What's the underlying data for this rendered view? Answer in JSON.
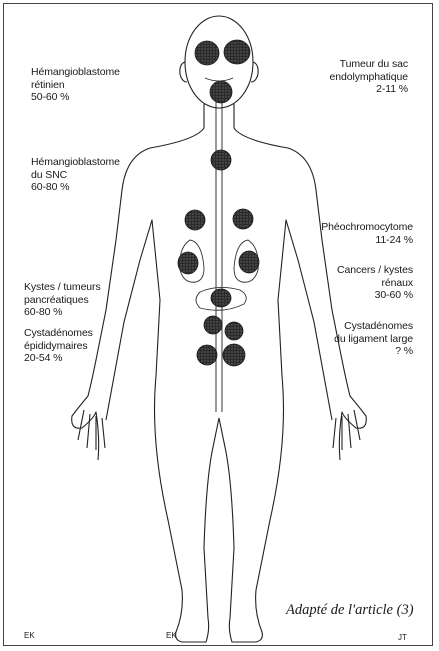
{
  "labels": {
    "retinal_hb": {
      "lines": [
        "Hémangioblastome",
        "rétinien",
        "50-60 %"
      ]
    },
    "cns_hb": {
      "lines": [
        "Hémangioblastome",
        "du SNC",
        "60-80 %"
      ]
    },
    "pancreatic": {
      "lines": [
        "Kystes / tumeurs",
        "pancréatiques",
        "60-80 %"
      ]
    },
    "epididymal": {
      "lines": [
        "Cystadénomes",
        "épididymaires",
        "20-54 %"
      ]
    },
    "endolymphatic": {
      "lines": [
        "Tumeur du sac",
        "endolymphatique",
        "2-11 %"
      ]
    },
    "pheo": {
      "lines": [
        "Phéochromocytome",
        "11-24 %"
      ]
    },
    "renal": {
      "lines": [
        "Cancers / kystes",
        "rénaux",
        "30-60 %"
      ]
    },
    "broad_ligament": {
      "lines": [
        "Cystadénomes",
        "du ligament large",
        "? %"
      ]
    }
  },
  "caption": "Adapté de l'article (3)",
  "initials": {
    "left": "EK",
    "center": "EK",
    "right": "JT"
  },
  "colors": {
    "lesion": "#2b2b2b",
    "outline": "#222222",
    "background": "#ffffff"
  }
}
